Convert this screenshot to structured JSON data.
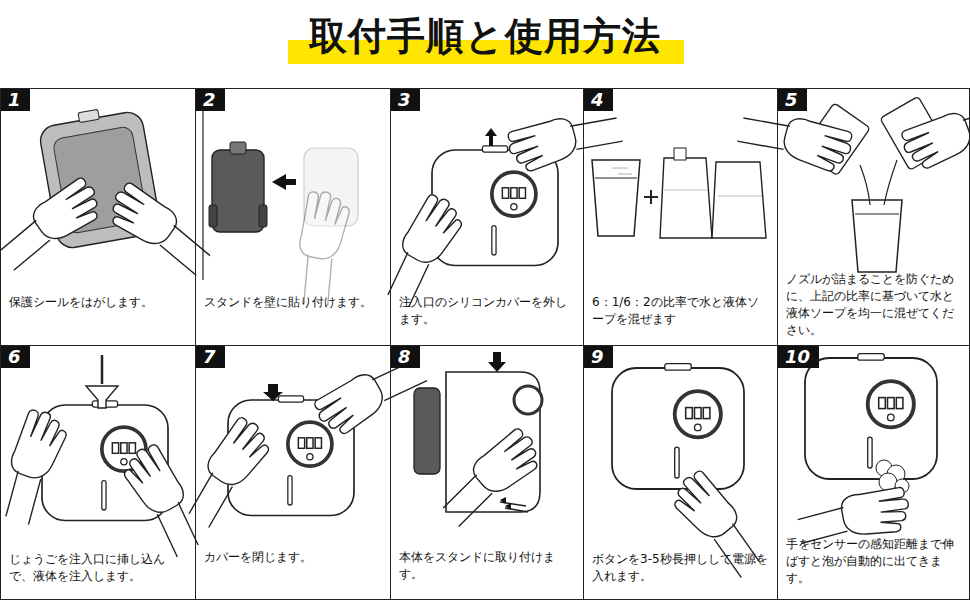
{
  "diagram": {
    "title": "取付手順と使用方法",
    "nodes": [
      {
        "text": [
          "1",
          "保護シールをはがします。"
        ]
      },
      {
        "text": [
          "2",
          "スタンドを壁に貼り付けます。"
        ]
      },
      {
        "text": [
          "3",
          "注入口のシリコンカバーを外します。"
        ]
      },
      {
        "text": [
          "4",
          "6：1/6：2の比率で水と液体ソープを混ぜます"
        ]
      },
      {
        "text": [
          "5",
          "ノズルが詰まることを防ぐために、上記の比率に基づいて水と液体ソープを均一に混ぜてください。"
        ]
      },
      {
        "text": [
          "6",
          "じょうごを注入口に挿し込んで、液体を注入します。"
        ]
      },
      {
        "text": [
          "7",
          "カバーを閉じます。"
        ]
      },
      {
        "text": [
          "8",
          "本体をスタンドに取り付けます。"
        ]
      },
      {
        "text": [
          "9",
          "ボタンを3-5秒長押しして電源を入れます。"
        ]
      },
      {
        "text": [
          "10",
          "手をセンサーの感知距離まで伸ばすと泡が自動的に出てきます。"
        ]
      }
    ]
  }
}
